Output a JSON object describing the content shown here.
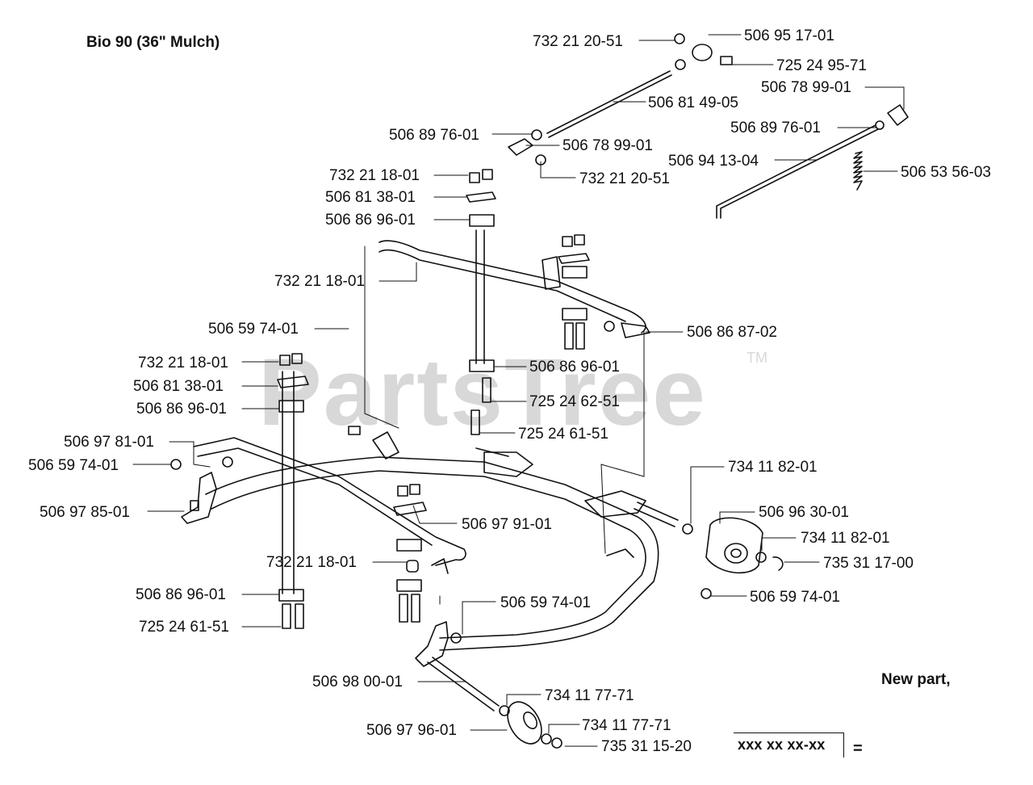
{
  "header": {
    "title": "Bio 90 (36\" Mulch)"
  },
  "footer": {
    "new_part": "New part,",
    "code": "xxx xx xx-xx",
    "equals": "="
  },
  "watermark": {
    "text": "PartsTree",
    "tm": "TM"
  },
  "callouts": [
    {
      "label": "732 21 20-51"
    },
    {
      "label": "506 95 17-01"
    },
    {
      "label": "725 24 95-71"
    },
    {
      "label": "506 78 99-01"
    },
    {
      "label": "506 81 49-05"
    },
    {
      "label": "506 89 76-01"
    },
    {
      "label": "506 89 76-01"
    },
    {
      "label": "506 78 99-01"
    },
    {
      "label": "506 94 13-04"
    },
    {
      "label": "506 53 56-03"
    },
    {
      "label": "732 21 20-51"
    },
    {
      "label": "732 21 18-01"
    },
    {
      "label": "506 81 38-01"
    },
    {
      "label": "506 86 96-01"
    },
    {
      "label": "732 21 18-01"
    },
    {
      "label": "506 59 74-01"
    },
    {
      "label": "506 86 87-02"
    },
    {
      "label": "732 21 18-01"
    },
    {
      "label": "506 81 38-01"
    },
    {
      "label": "506 86 96-01"
    },
    {
      "label": "506 86 96-01"
    },
    {
      "label": "725 24 62-51"
    },
    {
      "label": "725 24 61-51"
    },
    {
      "label": "506 97 81-01"
    },
    {
      "label": "506 59 74-01"
    },
    {
      "label": "734 11 82-01"
    },
    {
      "label": "506 97 85-01"
    },
    {
      "label": "506 96 30-01"
    },
    {
      "label": "506 97 91-01"
    },
    {
      "label": "734 11 82-01"
    },
    {
      "label": "732 21 18-01"
    },
    {
      "label": "735 31 17-00"
    },
    {
      "label": "506 59 74-01"
    },
    {
      "label": "506 86 96-01"
    },
    {
      "label": "506 59 74-01"
    },
    {
      "label": "725 24 61-51"
    },
    {
      "label": "506 98 00-01"
    },
    {
      "label": "734 11 77-71"
    },
    {
      "label": "506 97 96-01"
    },
    {
      "label": "734 11 77-71"
    },
    {
      "label": "735 31 15-20"
    }
  ]
}
